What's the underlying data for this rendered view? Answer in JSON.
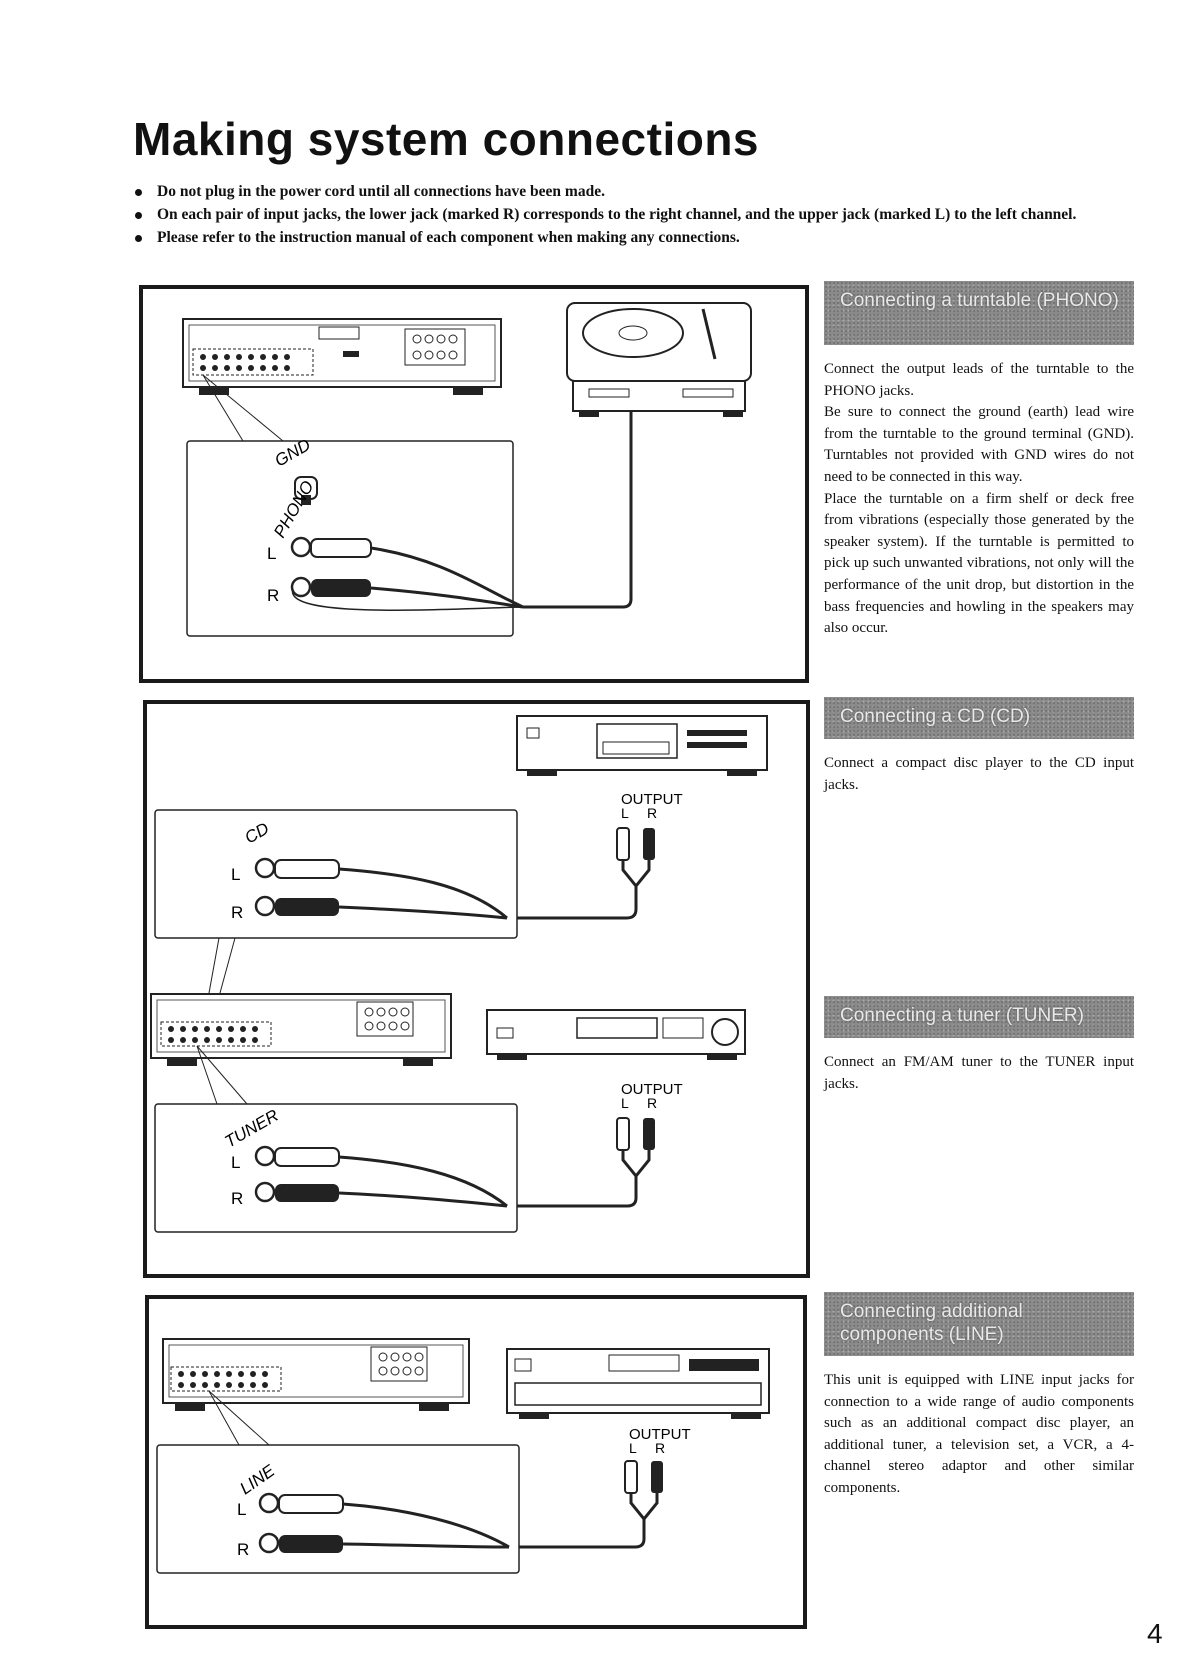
{
  "page": {
    "title": "Making system connections",
    "bullets": [
      "Do not plug in the power cord until all connections have been made.",
      "On each pair of input jacks, the lower jack (marked R) corresponds to the right channel, and the upper jack (marked L) to the left channel.",
      "Please refer to the instruction manual of each component when making any connections."
    ],
    "page_number": "4"
  },
  "sections": [
    {
      "heading": "Connecting a turntable (PHONO)",
      "paragraphs": [
        "Connect the output leads of the turntable to the PHONO jacks.",
        "Be sure to connect the ground (earth) lead wire from the turntable to the ground terminal (GND). Turntables not provided with GND wires do not need to be connected in this way.",
        "Place the turntable on a firm shelf or deck free from vibrations (especially those generated by the speaker system). If the turntable is permitted to pick up such unwanted vibrations, not only will the performance of the unit drop, but distortion in the bass frequencies and howling in the speakers may also occur."
      ]
    },
    {
      "heading": "Connecting a CD (CD)",
      "paragraphs": [
        "Connect a compact disc player to the CD input jacks."
      ]
    },
    {
      "heading": "Connecting a tuner (TUNER)",
      "paragraphs": [
        "Connect an FM/AM tuner to the TUNER input jacks."
      ]
    },
    {
      "heading": "Connecting additional components (LINE)",
      "paragraphs": [
        "This unit is equipped with LINE input jacks for connection to a wide range of audio components such as an additional compact disc player, an additional tuner, a television set, a VCR, a 4-channel stereo adaptor and other similar components."
      ]
    }
  ],
  "diagram_labels": {
    "gnd": "GND",
    "phono": "PHONO",
    "cd": "CD",
    "tuner": "TUNER",
    "line": "LINE",
    "left": "L",
    "right": "R",
    "output": "OUTPUT"
  }
}
